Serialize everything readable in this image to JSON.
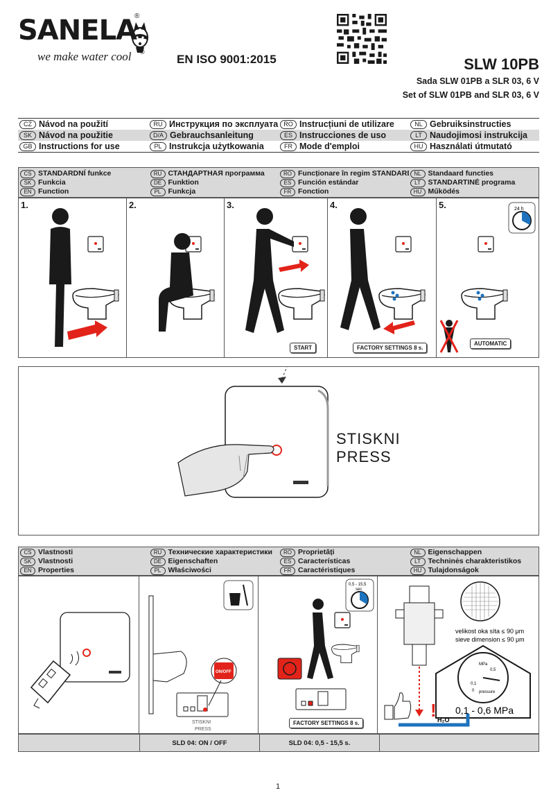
{
  "header": {
    "brand": "SANELA",
    "tagline": "we make water cool",
    "registered": "®",
    "standard": "EN ISO 9001:2015",
    "model": "SLW 10PB",
    "set_line_1": "Sada SLW 01PB a SLR 03, 6 V",
    "set_line_2": "Set of SLW 01PB and SLR 03, 6 V"
  },
  "instructions": [
    [
      {
        "code": "CZ",
        "text": "Návod na použití"
      },
      {
        "code": "RU",
        "text": "Инструкция по эксплуатации"
      },
      {
        "code": "RO",
        "text": "Instrucțiuni de utilizare"
      },
      {
        "code": "NL",
        "text": "Gebruiksinstructies"
      }
    ],
    [
      {
        "code": "SK",
        "text": "Návod na použitie"
      },
      {
        "code": "D/A",
        "text": "Gebrauchsanleitung"
      },
      {
        "code": "ES",
        "text": "Instrucciones de uso"
      },
      {
        "code": "LT",
        "text": "Naudojimosi instrukcija"
      }
    ],
    [
      {
        "code": "GB",
        "text": "Instructions for use"
      },
      {
        "code": "PL",
        "text": "Instrukcja użytkowania"
      },
      {
        "code": "FR",
        "text": "Mode d'emploi"
      },
      {
        "code": "HU",
        "text": "Használati útmutató"
      }
    ]
  ],
  "function_section": [
    [
      {
        "code": "CS",
        "text": "STANDARDNÍ funkce"
      },
      {
        "code": "RU",
        "text": "СТАНДАРТНАЯ программа"
      },
      {
        "code": "RO",
        "text": "Funcționare în regim STANDARD"
      },
      {
        "code": "NL",
        "text": "Standaard functies"
      }
    ],
    [
      {
        "code": "SK",
        "text": "Funkcia"
      },
      {
        "code": "DE",
        "text": "Funktion"
      },
      {
        "code": "ES",
        "text": "Función estándar"
      },
      {
        "code": "LT",
        "text": "STANDARTINĖ programa"
      }
    ],
    [
      {
        "code": "EN",
        "text": "Function"
      },
      {
        "code": "PL",
        "text": "Funkcja"
      },
      {
        "code": "FR",
        "text": "Fonction"
      },
      {
        "code": "HU",
        "text": "Működés"
      }
    ]
  ],
  "steps": {
    "s1": "1.",
    "s2": "2.",
    "s3": "3.",
    "s4": "4.",
    "s5": "5.",
    "start": "START",
    "factory": "FACTORY SETTINGS 8 s.",
    "automatic": "AUTOMATIC",
    "timer_24h": "24 h"
  },
  "press": {
    "line1": "STISKNI",
    "line2": "PRESS"
  },
  "properties_section": [
    [
      {
        "code": "CS",
        "text": "Vlastnosti"
      },
      {
        "code": "RU",
        "text": "Технические характеристики"
      },
      {
        "code": "RO",
        "text": "Proprietăți"
      },
      {
        "code": "NL",
        "text": "Eigenschappen"
      }
    ],
    [
      {
        "code": "SK",
        "text": "Vlastnosti"
      },
      {
        "code": "DE",
        "text": "Eigenschaften"
      },
      {
        "code": "ES",
        "text": "Características"
      },
      {
        "code": "LT",
        "text": "Techninės charakteristikos"
      }
    ],
    [
      {
        "code": "EN",
        "text": "Properties"
      },
      {
        "code": "PL",
        "text": "Właściwości"
      },
      {
        "code": "FR",
        "text": "Caractéristiques"
      },
      {
        "code": "HU",
        "text": "Tulajdonságok"
      }
    ]
  ],
  "properties": {
    "onoff": "ON/OFF",
    "stiskni": "STISKNI",
    "press": "PRESS",
    "timer_range": "0,5 - 15,5",
    "timer_unit": "sec",
    "factory": "FACTORY SETTINGS 8 s.",
    "sieve_cz": "velikost oka síta ≤ 90 μm",
    "sieve_en": "sieve dimension ≤ 90 μm",
    "gauge_unit": "MPa",
    "gauge_label": "pressure",
    "gauge_05": "0,5",
    "gauge_01": "0,1",
    "gauge_0": "0",
    "pressure_range": "0,1 - 0,6 MPa",
    "water": "H₂O",
    "warning": "!"
  },
  "footer": {
    "sld_onoff": "SLD 04: ON / OFF",
    "sld_range": "SLD 04: 0,5 - 15,5 s."
  },
  "page_number": "1",
  "colors": {
    "accent_red": "#e2231a",
    "shade": "#d9d9d9",
    "blue": "#1e73be"
  }
}
